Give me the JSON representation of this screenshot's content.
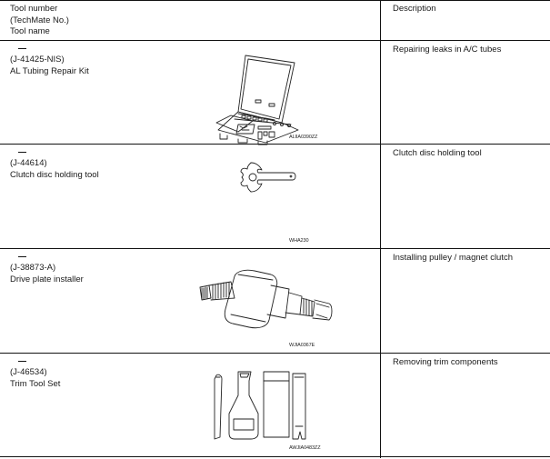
{
  "header": {
    "col1": [
      "Tool number",
      "(TechMate No.)",
      "Tool name"
    ],
    "col2": "Description"
  },
  "tools": [
    {
      "kent_moore_no": "—",
      "tool_number": "(J-41425-NIS)",
      "tool_name": "AL Tubing Repair Kit",
      "description": "Repairing leaks in A/C tubes",
      "image_code": "ALIIA0390ZZ",
      "icon": "repair-kit-case-icon"
    },
    {
      "kent_moore_no": "—",
      "tool_number": "(J-44614)",
      "tool_name": "Clutch disc holding tool",
      "description": "Clutch disc holding tool",
      "image_code": "WHA230",
      "icon": "clutch-holding-wrench-icon"
    },
    {
      "kent_moore_no": "—",
      "tool_number": "(J-38873-A)",
      "tool_name": "Drive plate installer",
      "description": "Installing pulley / magnet clutch",
      "image_code": "WJIA0367E",
      "icon": "drive-plate-installer-icon"
    },
    {
      "kent_moore_no": "—",
      "tool_number": "(J-46534)",
      "tool_name": "Trim Tool Set",
      "description": "Removing trim components",
      "image_code": "AWJIA0483ZZ",
      "icon": "trim-tool-set-icon"
    }
  ]
}
